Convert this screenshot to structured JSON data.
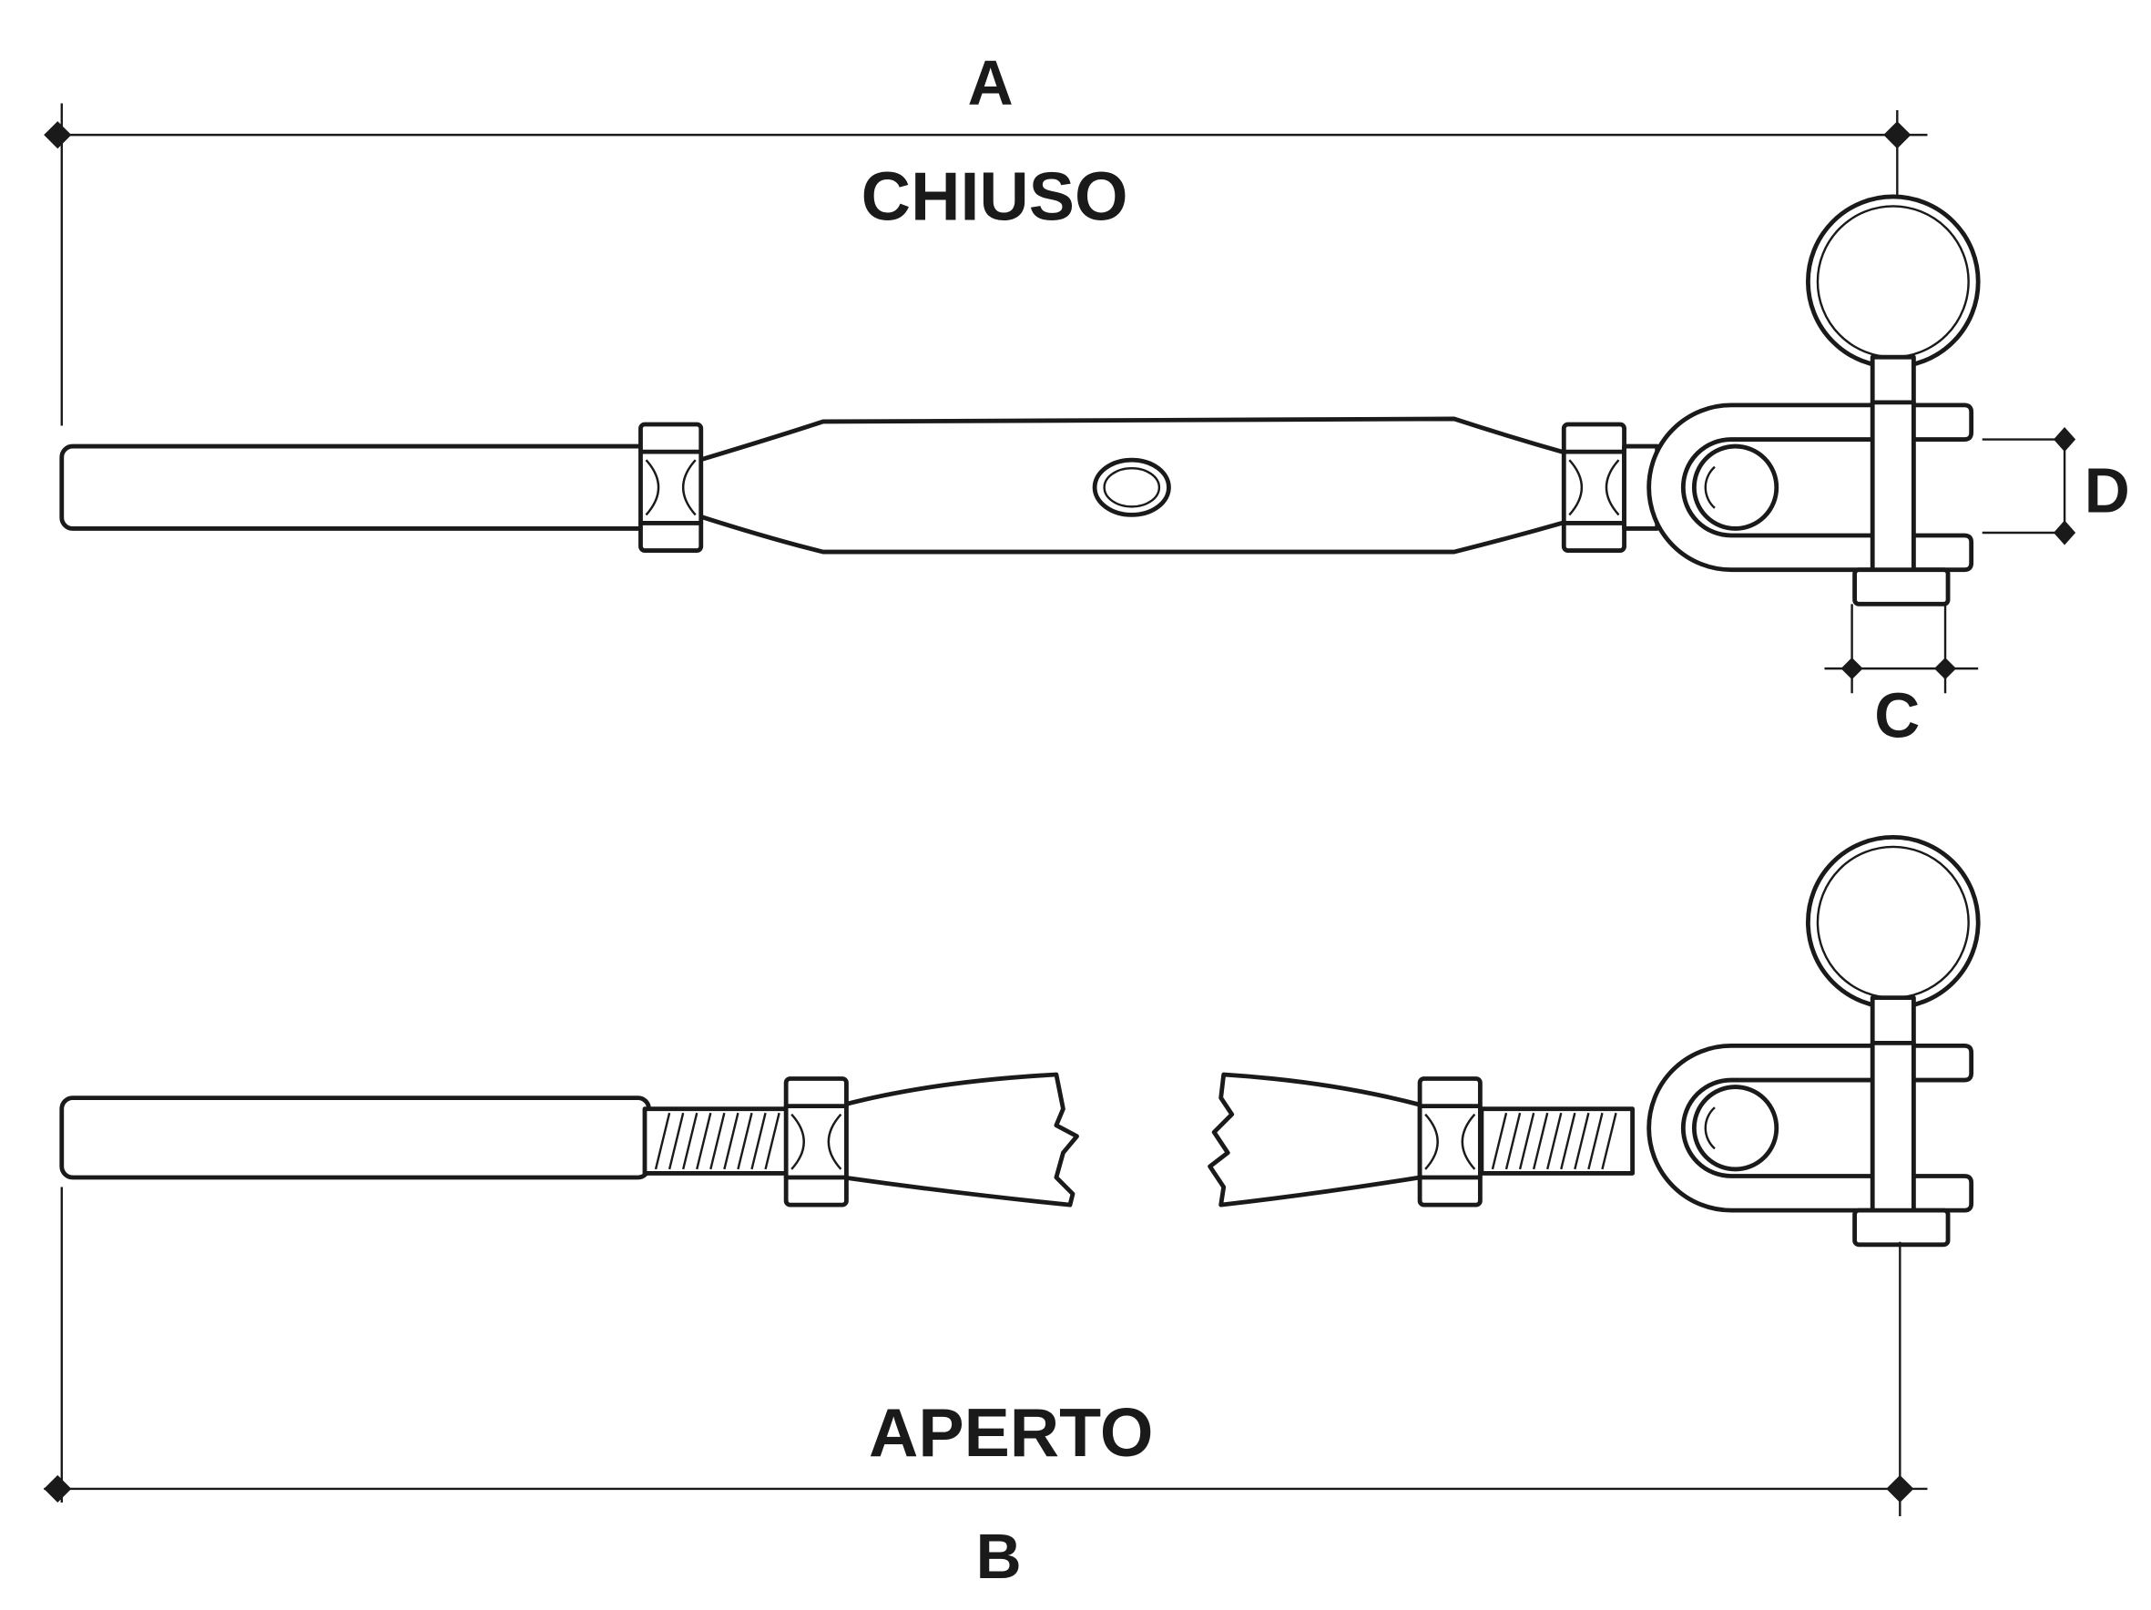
{
  "title": "Turnbuckle dimension diagram",
  "labels": {
    "dim_a": "A",
    "closed": "CHIUSO",
    "dim_d": "D",
    "dim_c": "C",
    "open": "APERTO",
    "dim_b": "B"
  },
  "colors": {
    "ink": "#1a1a1a",
    "background": "#ffffff"
  }
}
